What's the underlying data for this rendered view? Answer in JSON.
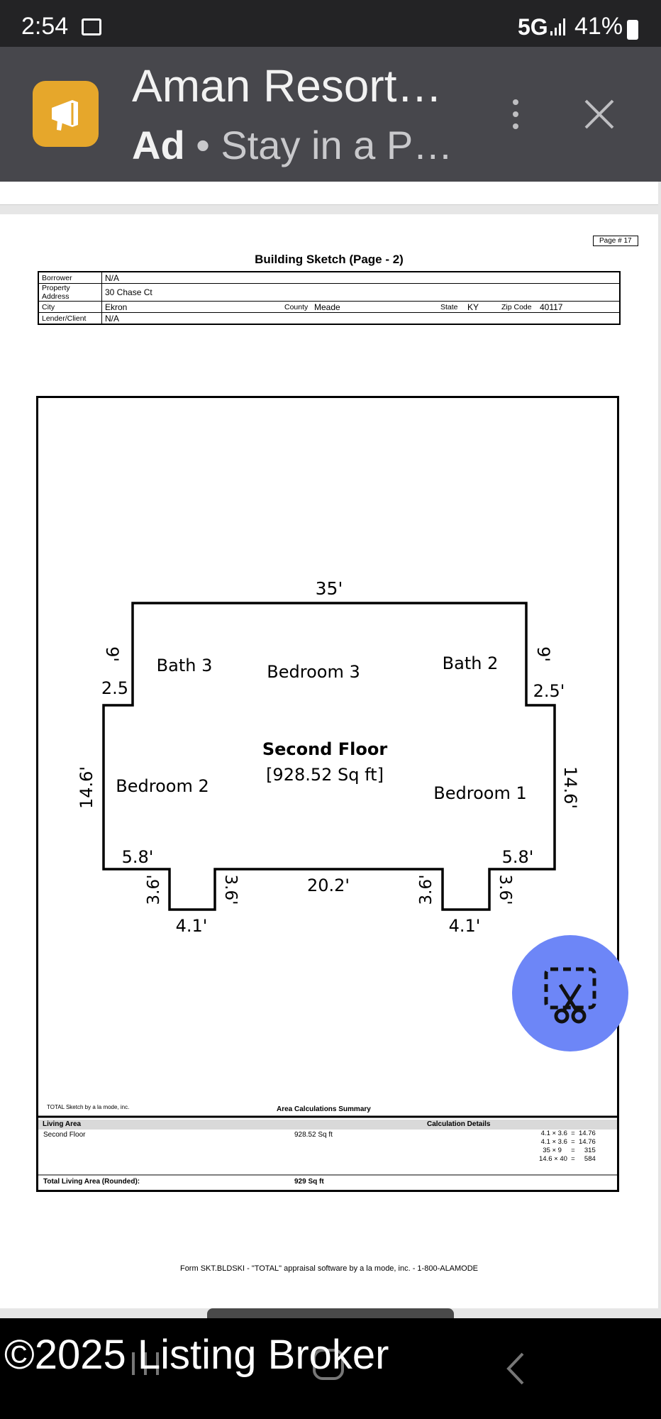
{
  "status_bar": {
    "time": "2:54",
    "network": "5G",
    "battery": "41%"
  },
  "ad": {
    "title": "Aman Resort…",
    "badge": "Ad",
    "separator": " • ",
    "subtitle": "Stay in a P…"
  },
  "document": {
    "page_number": "Page # 17",
    "title": "Building Sketch (Page - 2)",
    "fields": {
      "borrower_label": "Borrower",
      "borrower": "N/A",
      "address_label": "Property Address",
      "address": "30 Chase Ct",
      "city_label": "City",
      "city": "Ekron",
      "county_label": "County",
      "county": "Meade",
      "state_label": "State",
      "state": "KY",
      "zip_label": "Zip Code",
      "zip": "40117",
      "lender_label": "Lender/Client",
      "lender": "N/A"
    },
    "sketch": {
      "title": "Second Floor",
      "area": "[928.52 Sq ft]",
      "rooms": [
        "Bath 3",
        "Bedroom 3",
        "Bath 2",
        "Bedroom 2",
        "Bedroom 1"
      ],
      "dimensions": {
        "top": "35'",
        "left_upper_vert": "9'",
        "left_step": "2.5",
        "right_upper_vert": "9'",
        "right_step": "2.5'",
        "left_side": "14.6'",
        "right_side": "14.6'",
        "left_bottom": "5.8'",
        "right_bottom": "5.8'",
        "notch_left_outer": "3.6'",
        "notch_left_inner": "3.6'",
        "notch_right_inner": "3.6'",
        "notch_right_outer": "3.6'",
        "notch_left_width": "4.1'",
        "notch_right_width": "4.1'",
        "middle_bottom": "20.2'"
      }
    },
    "calculations": {
      "credit": "TOTAL Sketch by a la mode, inc.",
      "title": "Area Calculations Summary",
      "living_area_label": "Living Area",
      "details_label": "Calculation Details",
      "row_name": "Second Floor",
      "row_value": "928.52 Sq ft",
      "details": [
        "4.1 × 3.6  =  14.76",
        "4.1 × 3.6  =  14.76",
        "35 × 9     =     315",
        "14.6 × 40  =     584"
      ],
      "total_label": "Total Living Area (Rounded):",
      "total_value": "929 Sq ft"
    },
    "footer": "Form SKT.BLDSKI - \"TOTAL\" appraisal software by a la mode, inc. - 1-800-ALAMODE"
  },
  "watermark": "©2025 Listing Broker",
  "colors": {
    "ad_bar": "#47474c",
    "ad_logo": "#e6a72b",
    "fab": "#6d86f7"
  },
  "icons": [
    "image-icon",
    "signal-icon",
    "battery-icon",
    "megaphone-icon",
    "more-vert-icon",
    "close-icon",
    "scissors-select-icon",
    "recent-apps-icon",
    "home-icon",
    "back-icon"
  ]
}
